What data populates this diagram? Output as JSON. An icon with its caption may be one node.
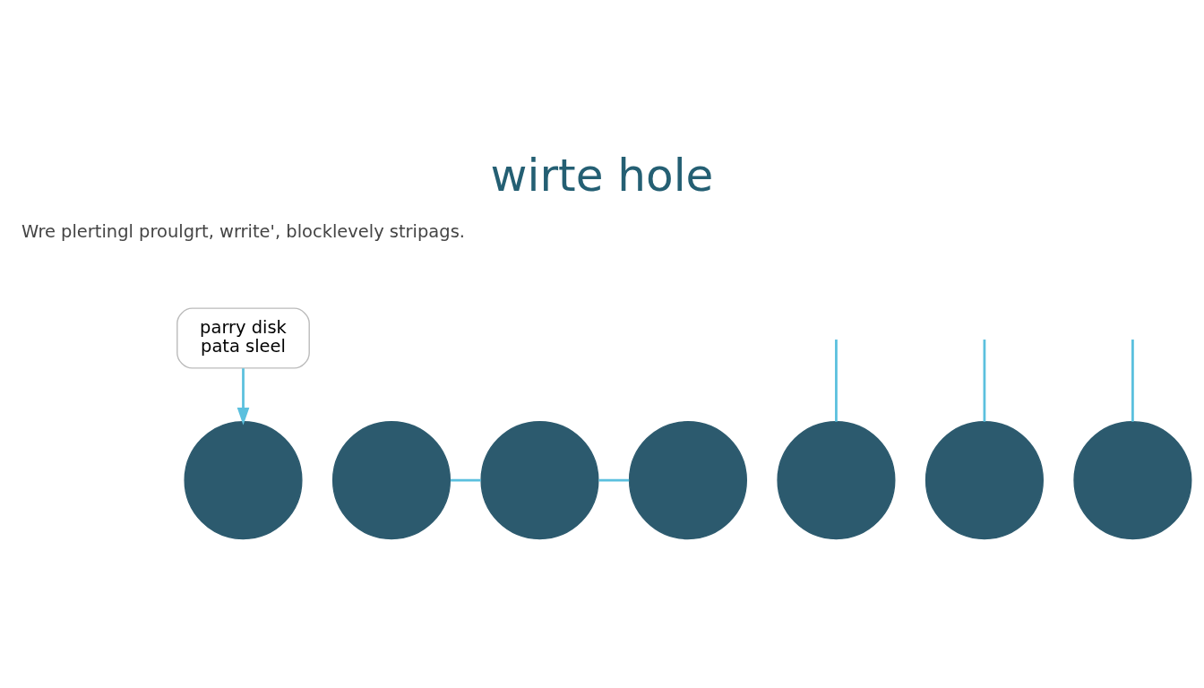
{
  "diagram": {
    "title": "wirte hole",
    "nodes": [
      {
        "text": [
          "parry disk",
          "pata sleel"
        ]
      },
      {
        "text": [],
        "shape": "circle"
      },
      {
        "text": [],
        "shape": "circle"
      },
      {
        "text": [],
        "shape": "circle"
      },
      {
        "text": [],
        "shape": "circle"
      },
      {
        "text": [],
        "shape": "circle"
      },
      {
        "text": [],
        "shape": "circle"
      },
      {
        "text": [],
        "shape": "circle"
      }
    ],
    "edges": [
      {
        "from": 0,
        "to": 1,
        "arrow": "to"
      },
      {
        "from": 2,
        "to": 3,
        "arrow": "none"
      },
      {
        "from": 3,
        "to": 4,
        "arrow": "none"
      },
      {
        "from": null,
        "to": 5,
        "arrow": "none"
      },
      {
        "from": null,
        "to": 6,
        "arrow": "none"
      },
      {
        "from": null,
        "to": 7,
        "arrow": "none"
      }
    ],
    "labels": [
      "Wre plertingl proulgrt, wrrite', blocklevely stripags."
    ]
  }
}
